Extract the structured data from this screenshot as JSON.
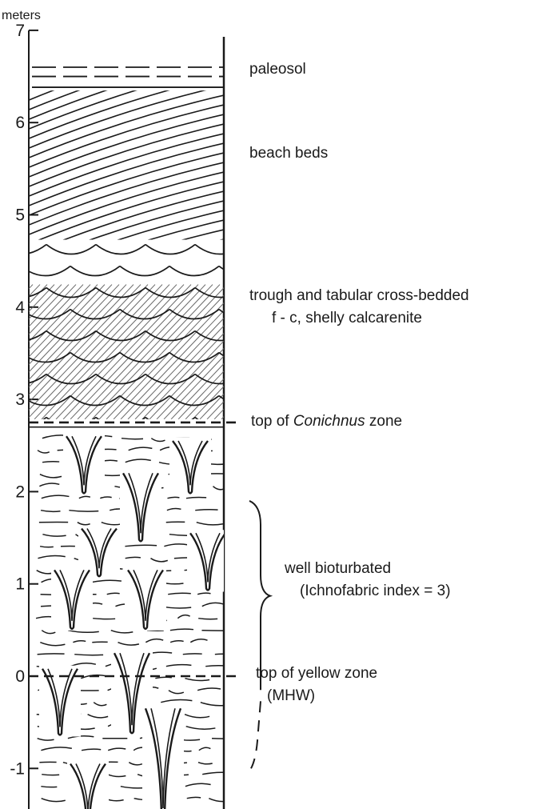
{
  "axis": {
    "unit_label": "meters",
    "ticks": [
      {
        "value": 7,
        "label": "7"
      },
      {
        "value": 6,
        "label": "6"
      },
      {
        "value": 5,
        "label": "5"
      },
      {
        "value": 4,
        "label": "4"
      },
      {
        "value": 3,
        "label": "3"
      },
      {
        "value": 2,
        "label": "2"
      },
      {
        "value": 1,
        "label": "1"
      },
      {
        "value": 0,
        "label": "0"
      },
      {
        "value": -1,
        "label": "-1"
      }
    ]
  },
  "units": [
    {
      "name": "paleosol",
      "top_m": 6.6,
      "base_m": 6.4,
      "pattern": "dashed-lines"
    },
    {
      "name": "beach beds",
      "top_m": 6.4,
      "base_m": 4.8,
      "pattern": "inclined-laminae"
    },
    {
      "name": "cross-bedded calcarenite",
      "top_m": 4.8,
      "base_m": 2.75,
      "pattern": "trough-cross-beds-with-hatch"
    },
    {
      "name": "bioturbated",
      "top_m": 2.7,
      "base_m": -1.5,
      "pattern": "burrows-conichnus"
    }
  ],
  "annotations": {
    "paleosol": "paleosol",
    "beach_beds": "beach beds",
    "cross_bedded_line1": "trough and tabular cross-bedded",
    "cross_bedded_line2": "f - c, shelly calcarenite",
    "conichnus_prefix": "top of ",
    "conichnus_italic": "Conichnus",
    "conichnus_suffix": " zone",
    "bioturbated_line1": "well bioturbated",
    "bioturbated_line2": "(Ichnofabric index = 3)",
    "yellow_line1": "top of yellow zone",
    "yellow_line2": "(MHW)"
  },
  "markers": [
    {
      "name": "top of Conichnus zone",
      "level_m": 2.75
    },
    {
      "name": "top of yellow zone",
      "level_m": 0
    }
  ],
  "colors": {
    "ink": "#1a1a1a",
    "hatch": "#666666"
  }
}
